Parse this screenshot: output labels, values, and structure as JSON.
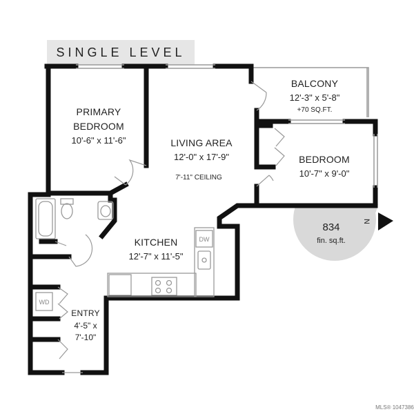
{
  "banner": {
    "text": "SINGLE LEVEL"
  },
  "rooms": {
    "primary_bedroom": {
      "name_line1": "PRIMARY",
      "name_line2": "BEDROOM",
      "dims": "10'-6\" x 11'-6\""
    },
    "living_area": {
      "name": "LIVING AREA",
      "dims": "12'-0\" x 17'-9\"",
      "ceiling": "7'-11\" CEILING"
    },
    "balcony": {
      "name": "BALCONY",
      "dims": "12'-3\" x 5'-8\"",
      "extra": "+70 SQ.FT."
    },
    "bedroom": {
      "name": "BEDROOM",
      "dims": "10'-7\" x 9'-0\""
    },
    "kitchen": {
      "name": "KITCHEN",
      "dims": "12'-7\" x 11'-5\""
    },
    "entry": {
      "name": "ENTRY",
      "dims_line1": "4'-5\" x",
      "dims_line2": "7'-10\""
    }
  },
  "fixtures": {
    "dishwasher": "DW",
    "washer_dryer": "WD"
  },
  "area_badge": {
    "value": "834",
    "unit": "fin. sq.ft."
  },
  "compass": {
    "label": "N"
  },
  "listing_id": "MLS® 1047386",
  "colors": {
    "wall": "#111111",
    "badge": "#d9d9d9",
    "banner": "#e6e6e6",
    "fixture": "#999999"
  }
}
